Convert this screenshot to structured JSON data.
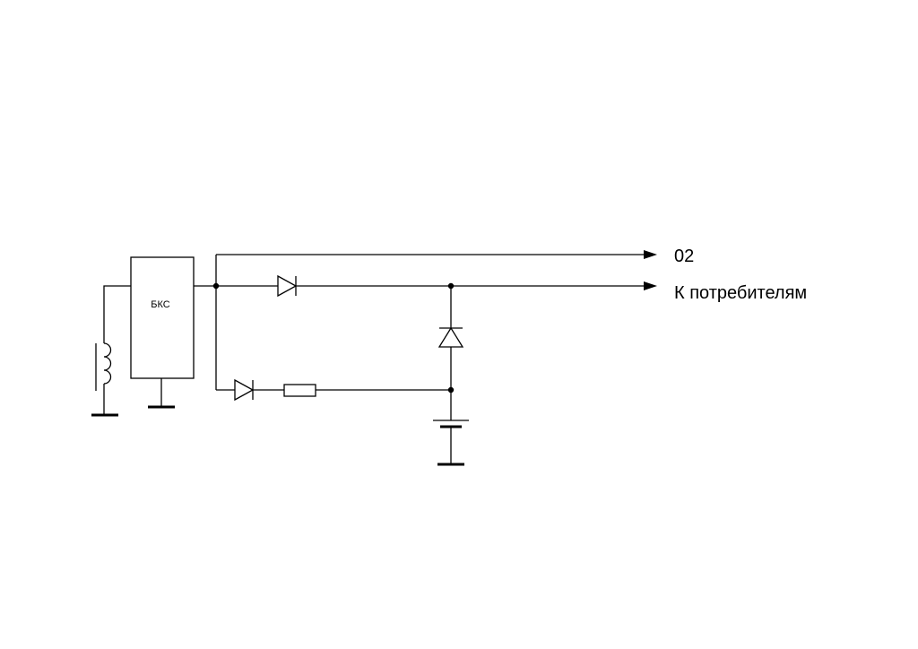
{
  "block": {
    "label": "БКС"
  },
  "outputs": [
    {
      "label": "02"
    },
    {
      "label": "К потребителям"
    }
  ],
  "colors": {
    "line": "#000000",
    "background": "#ffffff"
  }
}
